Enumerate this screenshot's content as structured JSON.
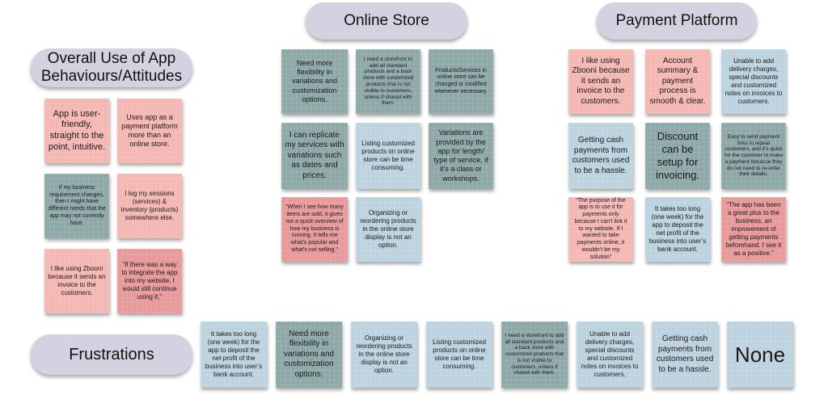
{
  "headings": {
    "online_store": "Online Store",
    "payment_platform": "Payment Platform",
    "overall_line1": "Overall Use of App",
    "overall_line2": "Behaviours/Attitudes",
    "frustrations": "Frustrations"
  },
  "overall_notes": [
    "App is user-friendly, straight to the point, intuitive.",
    "Uses app as a payment platform more than an online store.",
    "If my business requirement changes, then I might have different needs that the app may not currently have.",
    "I log my sessions (services) & inventory (products) somewhere else.",
    "I like using Zbooni because it sends an invoice to the customers.",
    "“If there was a way to integrate the app into my website, I would still continue using it.”"
  ],
  "online_store_notes": [
    "Need more flexibility in variations and customization options.",
    "I need a storefront to add all standard products and a back store with customized products that is not visible to customers, unless if shared with them.",
    "Products/Services in online store can be changed or modified whenever necessary.",
    "I can replicate my services with variations such as dates and prices.",
    "Listing customized products on online store can be time consuming.",
    "Variations are provided by the app for length/ type of service, if it’s a class or workshops.",
    "“When I see how many items are sold, it gives me a quick overview of how my business is running. It tells me what’s popular and what’s not selling.”",
    "Organizing or reordering products in the online store display is not an option."
  ],
  "payment_notes": [
    "I like using Zbooni because it sends an invoice to the customers.",
    "Account summary & payment process is smooth & clear.",
    "Unable to add delivery charges, special discounts and customized notes on invoices to customers.",
    "Getting cash payments from customers used to be a hassle.",
    "Discount can be setup for invoicing.",
    "Easy to send payment links to repeat customers, and it’s quick for the customer to make a payment because they do not need to re-enter their details.",
    "“The purpose of the app is to use it for payments only because I can’t link it to my website. If I wanted to take payments online, it wouldn’t be my solution”",
    "It takes too long (one week) for the app to deposit the net profit of the business into user’s bank account.",
    "“The app has been a great plus to the business, an improvement of getting payments beforehand. I see it as a positive.”"
  ],
  "frustration_notes": [
    "It takes too long (one week) for the app to deposit the net profit of the business into user’s bank account.",
    "Need more flexibility in variations and customization options.",
    "Organizing or reordering products in the online store display is not an option.",
    "Listing customized products on online store can be time consuming.",
    "I need a storefront to add all standard products and a back store with customized products that is not visible to customers, unless if shared with them.",
    "Unable to add delivery charges, special discounts and customized notes on invoices to customers.",
    "Getting cash payments from customers used to be a hassle.",
    "None"
  ]
}
